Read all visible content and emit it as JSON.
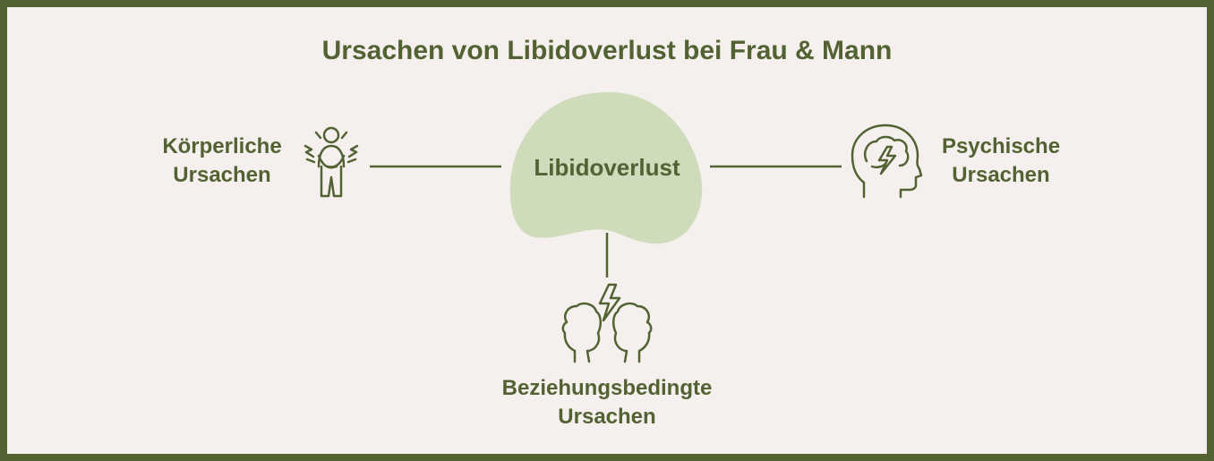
{
  "title": "Ursachen von Libidoverlust bei Frau & Mann",
  "center": {
    "label": "Libidoverlust",
    "blob_color": "#cfdcbc"
  },
  "nodes": {
    "left": {
      "line1": "Körperliche",
      "line2": "Ursachen",
      "icon": "person-in-pain-icon"
    },
    "right": {
      "line1": "Psychische",
      "line2": "Ursachen",
      "icon": "head-brain-lightning-icon"
    },
    "bottom": {
      "line1": "Beziehungsbedingte",
      "line2": "Ursachen",
      "icon": "two-heads-conflict-icon"
    }
  },
  "colors": {
    "primary": "#526233",
    "background": "#f5f0ee",
    "border": "#526233"
  }
}
